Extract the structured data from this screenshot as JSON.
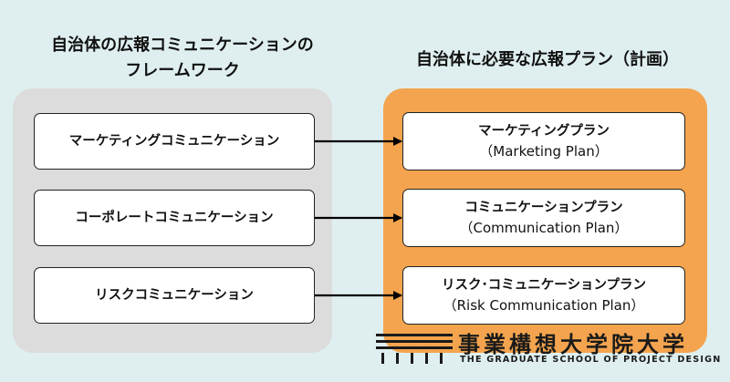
{
  "left_heading": {
    "line1": "自治体の広報コミュニケーションの",
    "line2": "フレームワーク"
  },
  "right_heading": "自治体に必要な広報プラン（計画）",
  "left_boxes": [
    "マーケティングコミュニケーション",
    "コーポレートコミュニケーション",
    "リスクコミュニケーション"
  ],
  "right_boxes": [
    {
      "jp": "マーケティングプラン",
      "en": "（Marketing Plan）"
    },
    {
      "jp": "コミュニケーションプラン",
      "en": "（Communication Plan）"
    },
    {
      "jp": "リスク･コミュニケーションプラン",
      "en": "（Risk Communication Plan）"
    }
  ],
  "logo": {
    "jp": "事業構想大学院大学",
    "en": "THE GRADUATE SCHOOL OF PROJECT DESIGN"
  },
  "colors": {
    "background": "#dfeff0",
    "left_panel": "#dcdcdc",
    "right_panel": "#f4a44e",
    "box": "#ffffff",
    "arrow": "#000000"
  }
}
